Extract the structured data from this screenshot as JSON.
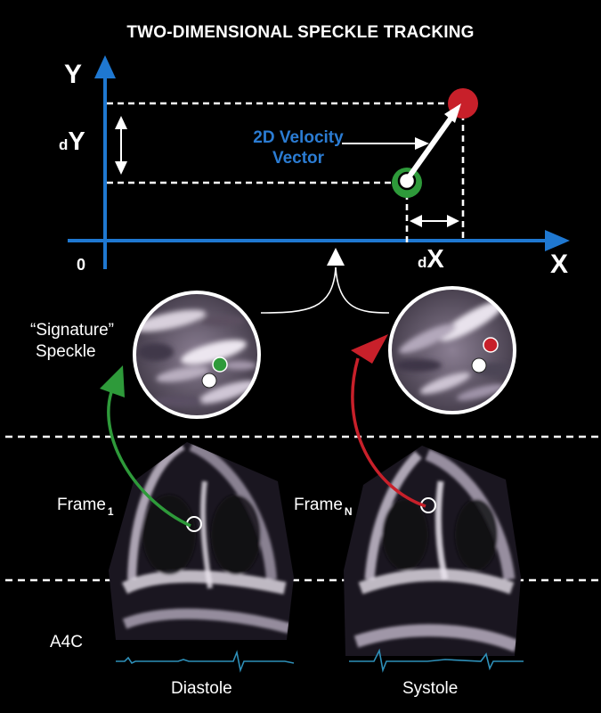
{
  "title": "TWO-DIMENSIONAL SPECKLE TRACKING",
  "axes": {
    "y_label": "Y",
    "x_label": "X",
    "origin_label": "0",
    "dy_prefix": "d",
    "dy_label": "Y",
    "dx_prefix": "d",
    "dx_label": "X",
    "axis_color": "#1f78d1"
  },
  "velocity_vector_label": "2D Velocity Vector",
  "signature_label_line1": "“Signature”",
  "signature_label_line2": "Speckle",
  "frames": [
    {
      "label": "Frame",
      "subscript": "1",
      "phase": "Diastole",
      "marker_color": "#2e9a3a"
    },
    {
      "label": "Frame",
      "subscript": "N",
      "phase": "Systole",
      "marker_color": "#c8202a"
    }
  ],
  "view_label": "A4C",
  "colors": {
    "green": "#2e9a3a",
    "red": "#c8202a",
    "blue": "#1f78d1"
  }
}
